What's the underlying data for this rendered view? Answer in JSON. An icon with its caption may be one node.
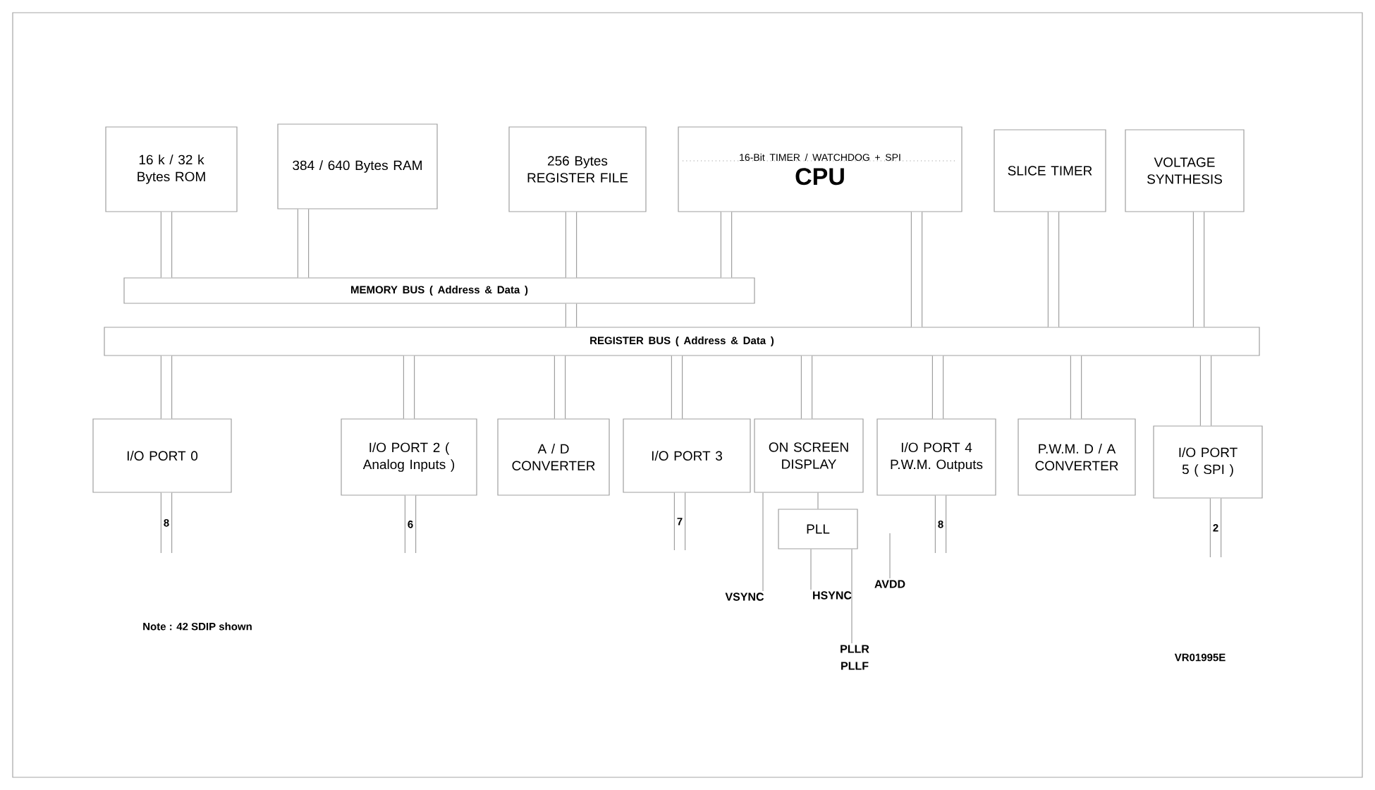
{
  "diagram": {
    "nodes": [
      {
        "text": [
          "16 k / 32 k Bytes ROM"
        ]
      },
      {
        "text": [
          "384 / 640 Bytes RAM"
        ]
      },
      {
        "text": [
          "256 Bytes REGISTER FILE"
        ]
      },
      {
        "text": [
          "16-Bit TIMER / WATCHDOG + SPI",
          "CPU"
        ]
      },
      {
        "text": [
          "SLICE TIMER"
        ]
      },
      {
        "text": [
          "VOLTAGE SYNTHESIS"
        ]
      },
      {
        "text": [
          "MEMORY BUS ( Address & Data )"
        ]
      },
      {
        "text": [
          "REGISTER BUS ( Address & Data )"
        ]
      },
      {
        "text": [
          "I/O PORT 0"
        ]
      },
      {
        "text": [
          "I/O PORT 2 ( Analog Inputs )"
        ]
      },
      {
        "text": [
          "A / D CONVERTER"
        ]
      },
      {
        "text": [
          "I/O PORT 3"
        ]
      },
      {
        "text": [
          "ON SCREEN DISPLAY"
        ]
      },
      {
        "text": [
          "I/O PORT 4 P.W.M. Outputs"
        ]
      },
      {
        "text": [
          "P.W.M. D / A CONVERTER"
        ]
      },
      {
        "text": [
          "I/O PORT 5 ( SPI )"
        ]
      },
      {
        "text": [
          "PLL"
        ]
      },
      {
        "text": [
          "VSYNC"
        ]
      },
      {
        "text": [
          "HSYNC"
        ]
      },
      {
        "text": [
          "PLLR PLLF"
        ]
      },
      {
        "text": [
          "AVDD"
        ]
      }
    ],
    "edges": [
      {
        "from": 0,
        "to": 6,
        "arrow": "none"
      },
      {
        "from": 1,
        "to": 6,
        "arrow": "none"
      },
      {
        "from": 2,
        "to": 6,
        "arrow": "none"
      },
      {
        "from": 3,
        "to": 6,
        "arrow": "none"
      },
      {
        "from": 6,
        "to": 7,
        "arrow": "none"
      },
      {
        "from": 3,
        "to": 7,
        "arrow": "none"
      },
      {
        "from": 4,
        "to": 7,
        "arrow": "none"
      },
      {
        "from": 5,
        "to": 7,
        "arrow": "none"
      },
      {
        "from": 7,
        "to": 8,
        "arrow": "none"
      },
      {
        "from": 7,
        "to": 9,
        "arrow": "none"
      },
      {
        "from": 7,
        "to": 10,
        "arrow": "none"
      },
      {
        "from": 7,
        "to": 11,
        "arrow": "none"
      },
      {
        "from": 7,
        "to": 12,
        "arrow": "none"
      },
      {
        "from": 7,
        "to": 13,
        "arrow": "none"
      },
      {
        "from": 7,
        "to": 14,
        "arrow": "none"
      },
      {
        "from": 7,
        "to": 15,
        "arrow": "none"
      },
      {
        "from": 8,
        "to": null,
        "arrow": "none",
        "label": "8"
      },
      {
        "from": 9,
        "to": null,
        "arrow": "none",
        "label": "6"
      },
      {
        "from": 11,
        "to": null,
        "arrow": "none",
        "label": "7"
      },
      {
        "from": 13,
        "to": null,
        "arrow": "none",
        "label": "8"
      },
      {
        "from": 15,
        "to": null,
        "arrow": "none",
        "label": "2"
      },
      {
        "from": 12,
        "to": 16,
        "arrow": "none"
      },
      {
        "from": 12,
        "to": 17,
        "arrow": "none"
      },
      {
        "from": 16,
        "to": 18,
        "arrow": "none"
      },
      {
        "from": 16,
        "to": 19,
        "arrow": "none"
      },
      {
        "from": 20,
        "to": null,
        "arrow": "none"
      }
    ],
    "labels": [
      "Note : 42 SDIP shown",
      "VR01995E"
    ]
  }
}
